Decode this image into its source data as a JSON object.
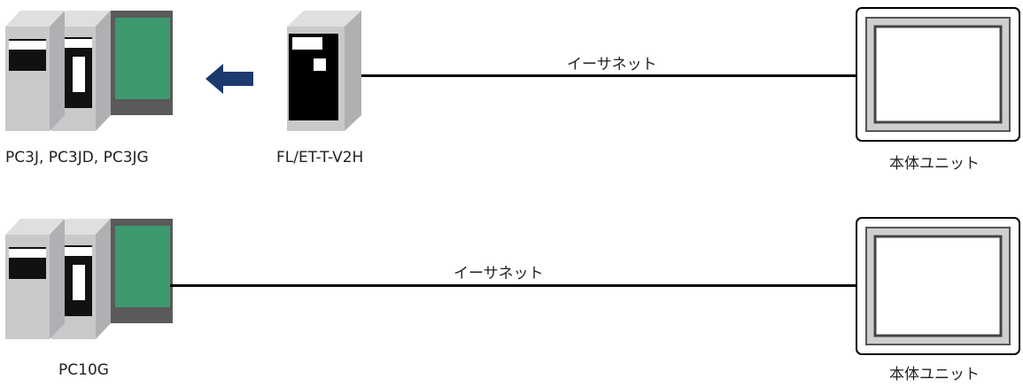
{
  "row1": {
    "plc_label": "PC3J, PC3JD, PC3JG",
    "module_label": "FL/ET-T-V2H",
    "link_label": "イーサネット",
    "panel_label": "本体ユニット"
  },
  "row2": {
    "plc_label": "PC10G",
    "link_label": "イーサネット",
    "panel_label": "本体ユニット"
  },
  "colors": {
    "plc_body": "#c8c9ca",
    "plc_shadow": "#aeb0b2",
    "base_green": "#3c9a6e",
    "base_frame": "#5a5a5a",
    "arrow": "#1c3a6e",
    "panel_frame": "#cfcfcf",
    "panel_border": "#444444"
  }
}
